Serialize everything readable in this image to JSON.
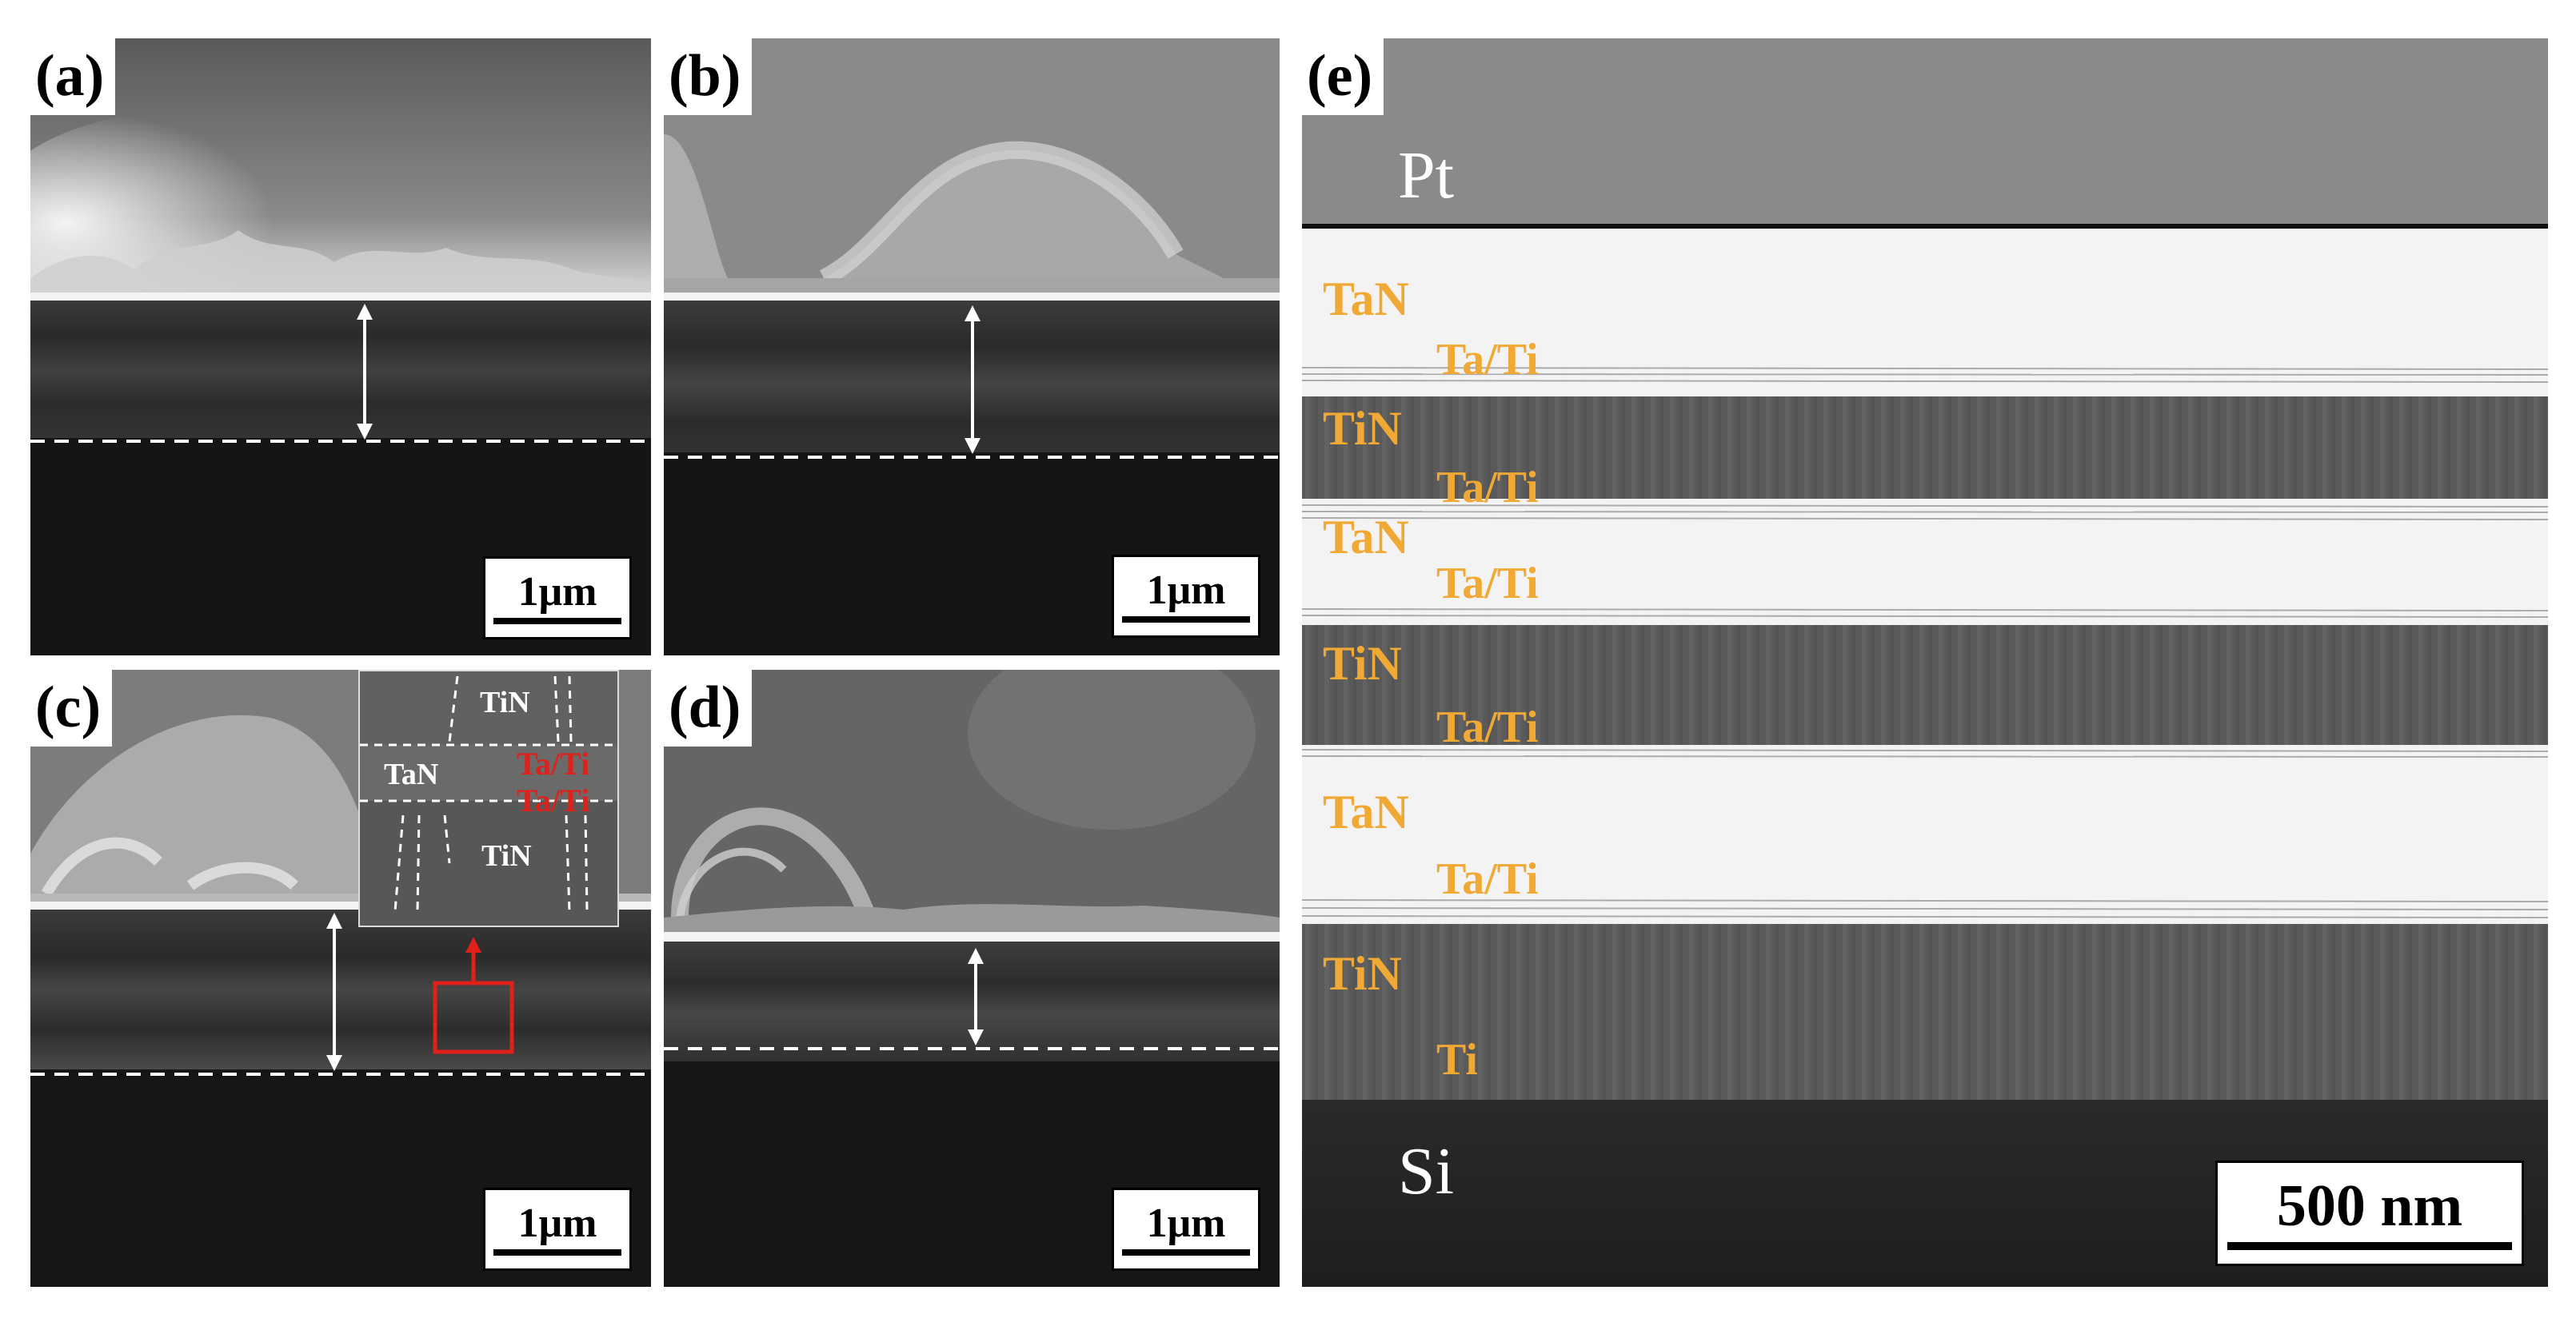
{
  "panels": {
    "a": {
      "label": "(a)",
      "scale": "1μm"
    },
    "b": {
      "label": "(b)",
      "scale": "1μm"
    },
    "c": {
      "label": "(c)",
      "scale": "1μm",
      "inset": {
        "tin_top": "TiN",
        "tan": "TaN",
        "tati_1": "Ta/Ti",
        "tati_2": "Ta/Ti",
        "tin_bottom": "TiN"
      }
    },
    "d": {
      "label": "(d)",
      "scale": "1μm"
    },
    "e": {
      "label": "(e)",
      "scale": "500 nm",
      "top_material": "Pt",
      "substrate": "Si",
      "layers": [
        "TaN",
        "Ta/Ti",
        "TiN",
        "Ta/Ti",
        "TaN",
        "Ta/Ti",
        "TiN",
        "Ta/Ti",
        "TaN",
        "Ta/Ti",
        "TiN",
        "Ti"
      ]
    }
  },
  "colors": {
    "layer_label": "#f0a935",
    "inset_interlayer_label": "#e0201a",
    "roi_box": "#e0201a"
  }
}
